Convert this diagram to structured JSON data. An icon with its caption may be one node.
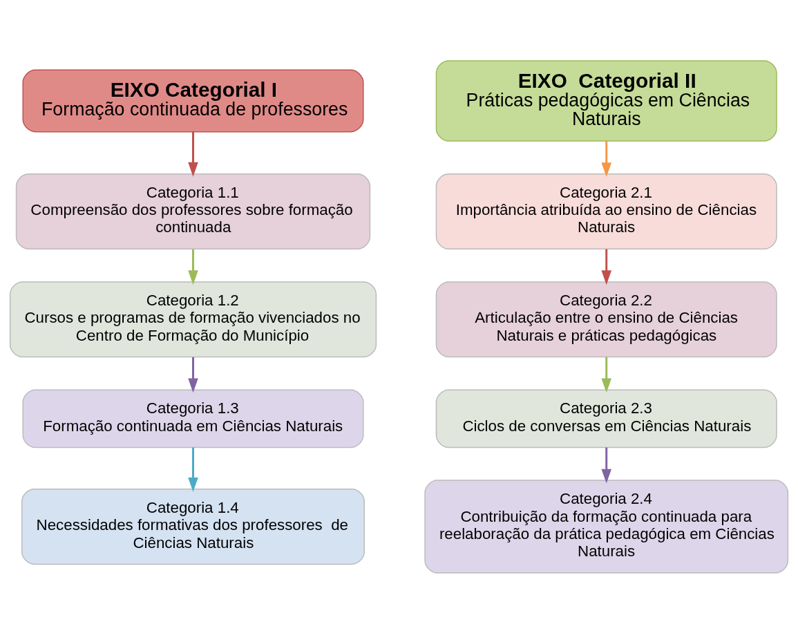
{
  "diagram": {
    "nodes": [
      {
        "text": [
          "EIXO Categorial I",
          "Formação continuada de professores"
        ]
      },
      {
        "text": [
          "EIXO  Categorial II",
          "Práticas pedagógicas em Ciências Naturais"
        ]
      },
      {
        "text": [
          "Categoria 1.1",
          "Compreensão dos professores sobre formação continuada"
        ]
      },
      {
        "text": [
          "Categoria 1.2",
          "Cursos e programas de formação vivenciados no Centro de Formação do Município"
        ]
      },
      {
        "text": [
          "Categoria 1.3",
          "Formação continuada em Ciências Naturais"
        ]
      },
      {
        "text": [
          "Categoria 1.4",
          "Necessidades formativas dos professores  de Ciências Naturais"
        ]
      },
      {
        "text": [
          "Categoria 2.1",
          "Importância atribuída ao ensino de Ciências Naturais"
        ]
      },
      {
        "text": [
          "Categoria 2.2",
          "Articulação entre o ensino de Ciências Naturais e práticas pedagógicas"
        ]
      },
      {
        "text": [
          "Categoria 2.3",
          "Ciclos de conversas em Ciências Naturais"
        ]
      },
      {
        "text": [
          "Categoria 2.4",
          "Contribuição da formação continuada para reelaboração da prática pedagógica em Ciências Naturais"
        ]
      }
    ],
    "edges": [
      {
        "from": 0,
        "to": 2,
        "arrow": "to",
        "color": "#c0504d"
      },
      {
        "from": 2,
        "to": 3,
        "arrow": "to",
        "color": "#9bbb59"
      },
      {
        "from": 3,
        "to": 4,
        "arrow": "to",
        "color": "#8064a2"
      },
      {
        "from": 4,
        "to": 5,
        "arrow": "to",
        "color": "#4bacc6"
      },
      {
        "from": 1,
        "to": 6,
        "arrow": "to",
        "color": "#f79646"
      },
      {
        "from": 6,
        "to": 7,
        "arrow": "to",
        "color": "#c0504d"
      },
      {
        "from": 7,
        "to": 8,
        "arrow": "to",
        "color": "#9bbb59"
      },
      {
        "from": 8,
        "to": 9,
        "arrow": "to",
        "color": "#8064a2"
      }
    ]
  }
}
